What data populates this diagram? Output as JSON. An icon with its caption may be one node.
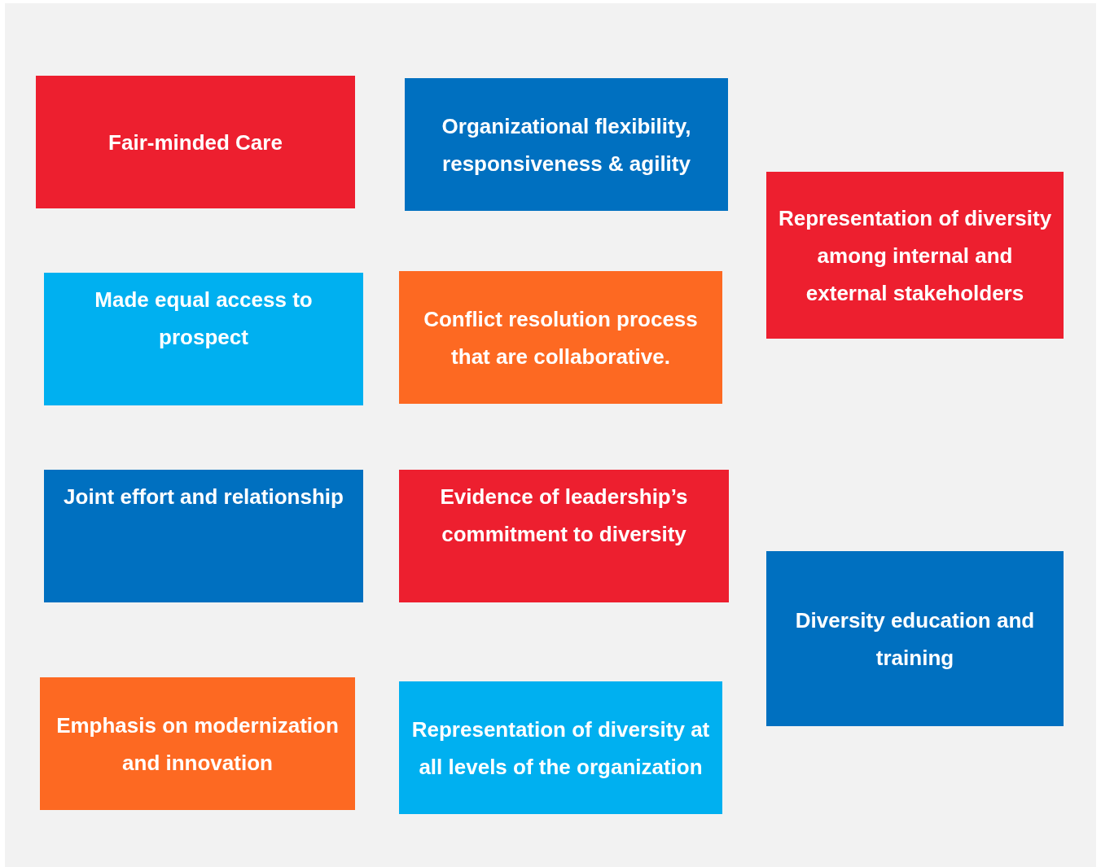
{
  "diagram": {
    "nodes": [
      {
        "text": [
          "Fair-minded Care"
        ]
      },
      {
        "text": [
          "Organizational flexibility, responsiveness & agility"
        ]
      },
      {
        "text": [
          "Representation of diversity among internal and external stakeholders"
        ]
      },
      {
        "text": [
          "Made equal access to prospect"
        ]
      },
      {
        "text": [
          "Conflict resolution process that are collaborative."
        ]
      },
      {
        "text": [
          "Joint effort and relationship"
        ]
      },
      {
        "text": [
          "Evidence of leadership’s commitment to diversity"
        ]
      },
      {
        "text": [
          "Diversity education and training"
        ]
      },
      {
        "text": [
          "Emphasis on modernization and innovation"
        ]
      },
      {
        "text": [
          "Representation of diversity at all levels of the organization"
        ]
      }
    ]
  }
}
